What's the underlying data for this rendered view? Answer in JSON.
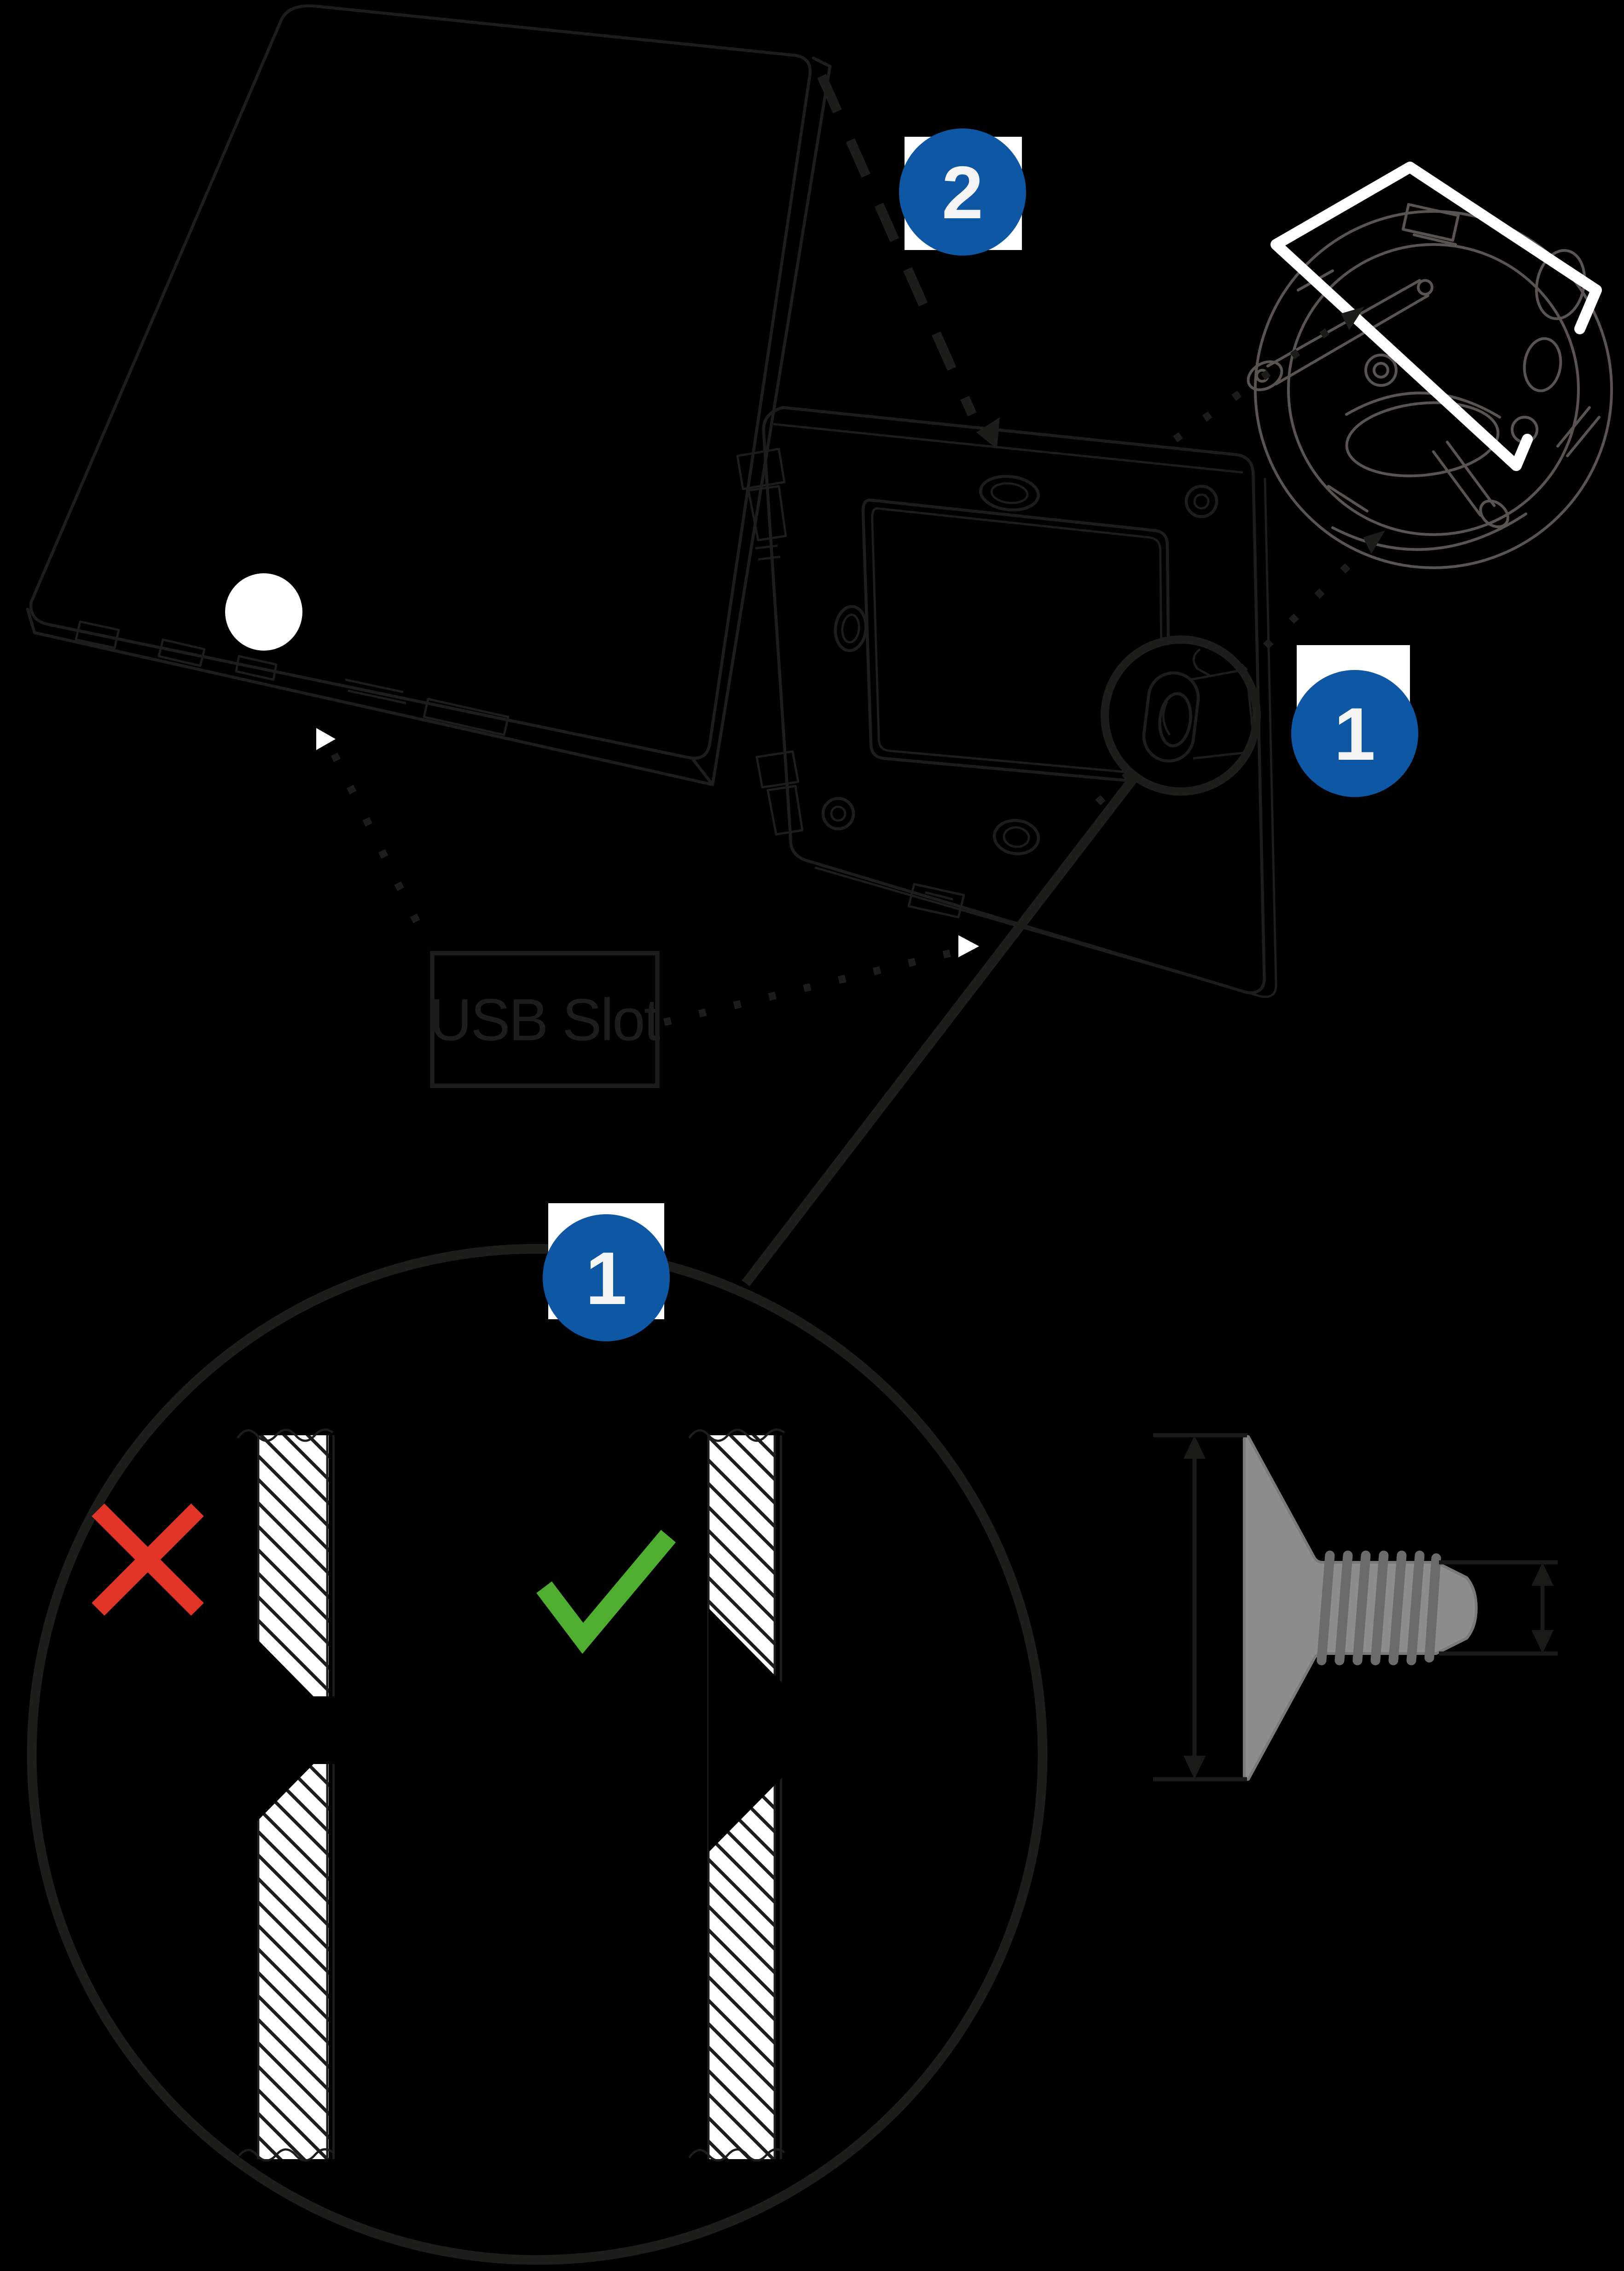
{
  "diagram": {
    "background_color": "#000000",
    "line_color": "#1d1d1b",
    "wallbox_line_color": "#595351",
    "step_badges": [
      {
        "id": "step-2",
        "number": "2",
        "fill": "#0d57a5",
        "backplate": "#ffffff",
        "text_color": "#ffffff"
      },
      {
        "id": "step-1",
        "number": "1",
        "fill": "#0d57a5",
        "backplate": "#ffffff",
        "text_color": "#ffffff"
      },
      {
        "id": "step-1-detail",
        "number": "1",
        "fill": "#0d57a5",
        "backplate": "#ffffff",
        "text_color": "#ffffff"
      }
    ],
    "usb_callout": {
      "text": "USB Slot"
    },
    "validity_marks": {
      "wrong": {
        "icon": "red-cross-icon",
        "color": "#e23429"
      },
      "correct": {
        "icon": "green-check-icon",
        "color": "#4fad30"
      }
    },
    "screw_detail": {
      "body_color": "#8d8d8d",
      "thread_color": "#6b6b6b"
    },
    "icons": [
      "dashed-motion-arrow-icon",
      "dotted-leader-arrow-icon",
      "white-triangle-pointer-icon",
      "magnifier-circle-icon",
      "led-dot-icon"
    ]
  }
}
